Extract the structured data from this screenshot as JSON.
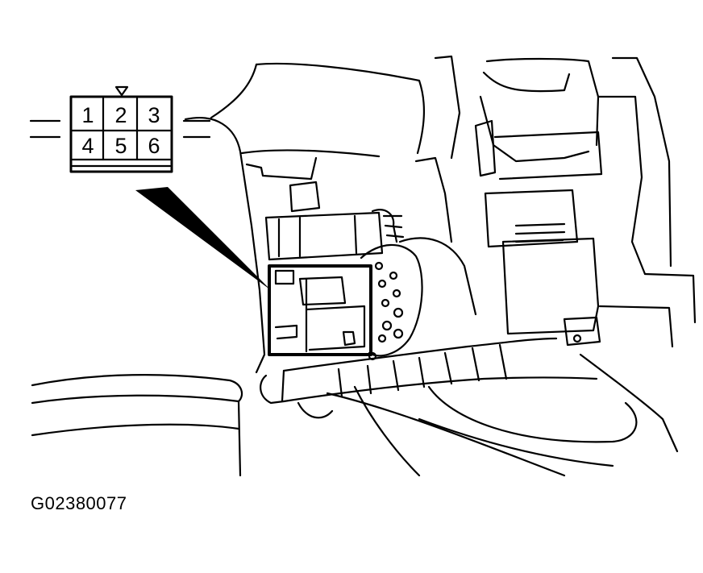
{
  "figure": {
    "code": "G02380077",
    "connector_pins": [
      "1",
      "2",
      "3",
      "4",
      "5",
      "6"
    ],
    "line_color": "#000000",
    "background": "#ffffff"
  }
}
